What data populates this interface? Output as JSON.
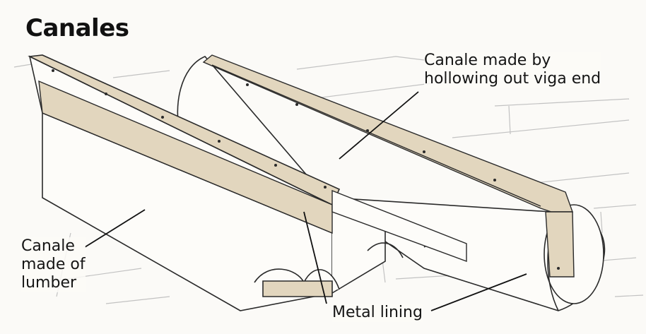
{
  "title": "Canales",
  "labels": {
    "hollowed_viga": [
      "Canale made by",
      "hollowing out viga end"
    ],
    "lumber": [
      "Canale",
      "made of",
      "lumber"
    ],
    "metal_lining": "Metal lining"
  },
  "colors": {
    "metal": "#e2d6be",
    "ink": "#2a2a2a",
    "wall_line": "#b9b9b9",
    "paper": "#fbfaf7"
  }
}
